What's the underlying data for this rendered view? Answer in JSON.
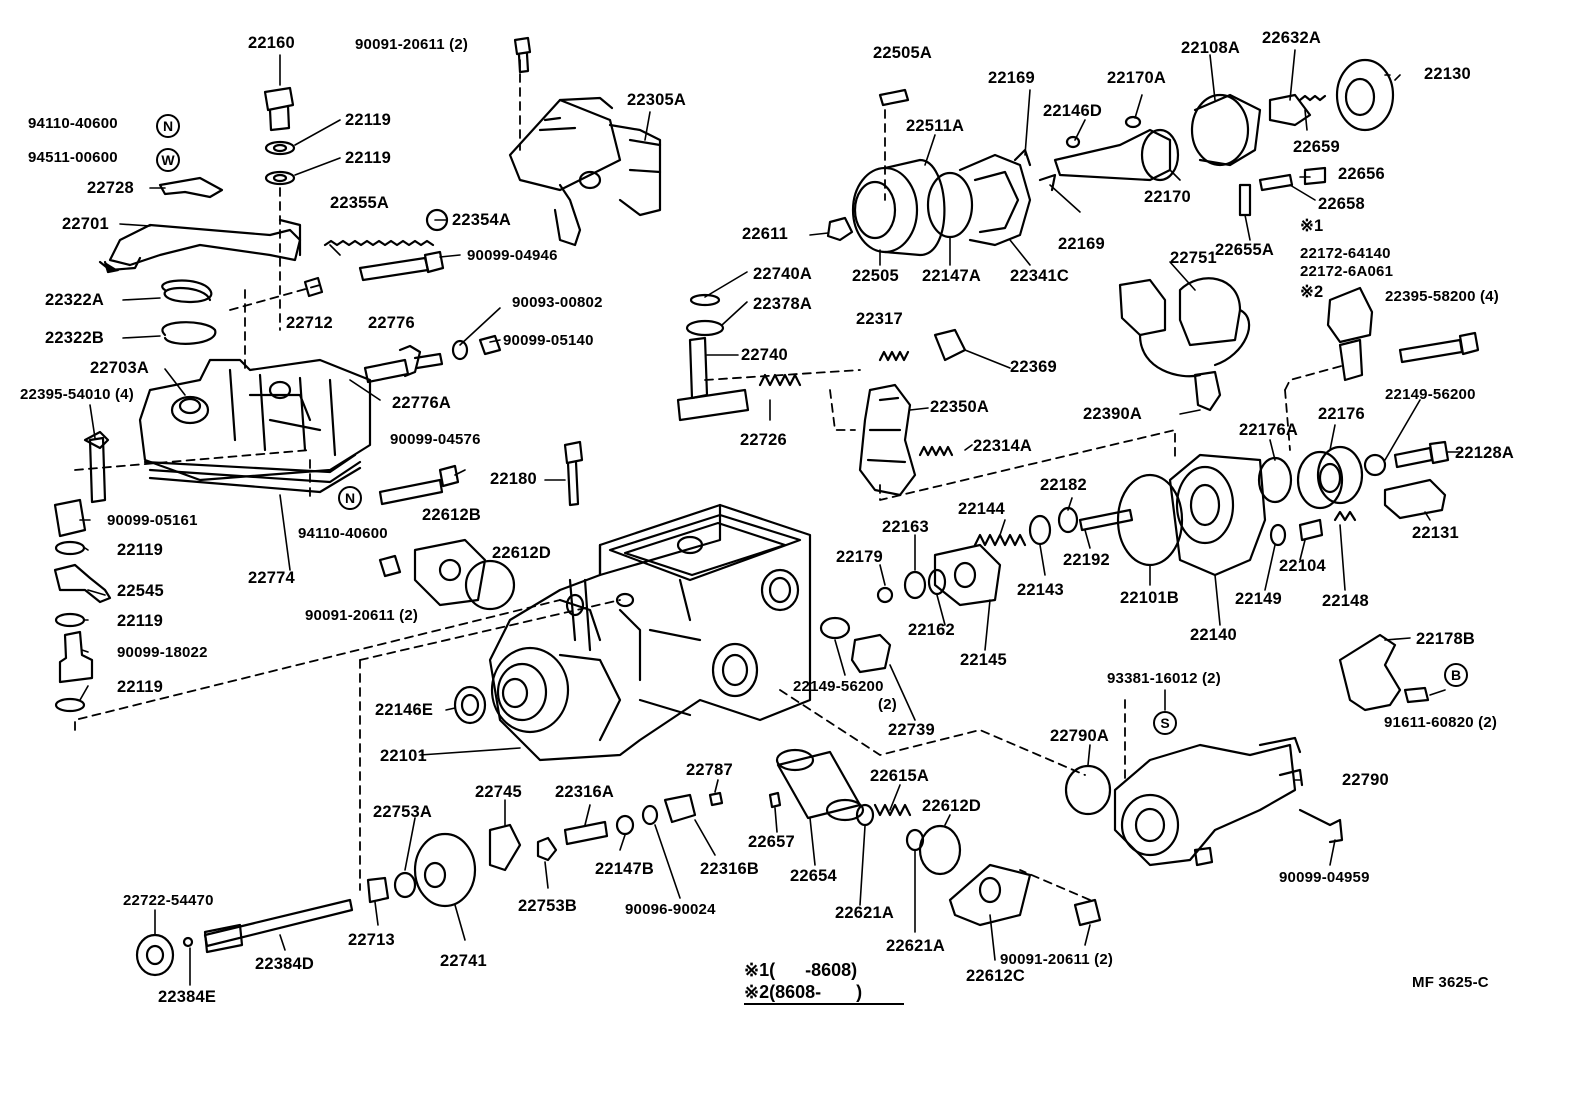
{
  "part_numbers": {
    "p22160": "22160",
    "p90091_20611_top": "90091-20611 (2)",
    "p22305A": "22305A",
    "p94110_40600_top": "94110-40600",
    "p94511_00600": "94511-00600",
    "p22119_a": "22119",
    "p22119_b": "22119",
    "p22728": "22728",
    "p22701": "22701",
    "p22355A": "22355A",
    "p22354A": "22354A",
    "p90099_04946": "90099-04946",
    "p22322A": "22322A",
    "p22322B": "22322B",
    "p22712": "22712",
    "p22776": "22776",
    "p90093_00802": "90093-00802",
    "p90099_05140": "90099-05140",
    "p22703A": "22703A",
    "p22395_54010": "22395-54010 (4)",
    "p22776A": "22776A",
    "p90099_04576": "90099-04576",
    "p94110_40600_bottom": "94110-40600",
    "p22774": "22774",
    "p90099_05161": "90099-05161",
    "p22119_c": "22119",
    "p22545": "22545",
    "p22119_d": "22119",
    "p90099_18022": "90099-18022",
    "p22119_e": "22119",
    "p22180": "22180",
    "p22612B": "22612B",
    "p22612D_top": "22612D",
    "p90091_20611_mid": "90091-20611 (2)",
    "p22146E": "22146E",
    "p22101": "22101",
    "p22505A": "22505A",
    "p22511A": "22511A",
    "p22169_top": "22169",
    "p22170A": "22170A",
    "p22146D": "22146D",
    "p22108A": "22108A",
    "p22632A": "22632A",
    "p22130": "22130",
    "p22659": "22659",
    "p22656": "22656",
    "p22658": "22658",
    "p22170": "22170",
    "p22169_bottom": "22169",
    "p22611": "22611",
    "p22505": "22505",
    "p22147A": "22147A",
    "p22341C": "22341C",
    "p22655A": "22655A",
    "p22172_64140": "22172-64140",
    "p22172_6A061": "22172-6A061",
    "p22395_58200": "22395-58200 (4)",
    "p22740A": "22740A",
    "p22378A": "22378A",
    "p22740": "22740",
    "p22726": "22726",
    "p22317": "22317",
    "p22369": "22369",
    "p22751": "22751",
    "p22350A": "22350A",
    "p22314A": "22314A",
    "p22390A": "22390A",
    "p22176A": "22176A",
    "p22176": "22176",
    "p22149_56200_right": "22149-56200",
    "p22128A": "22128A",
    "p22131": "22131",
    "p22144": "22144",
    "p22182": "22182",
    "p22163": "22163",
    "p22179": "22179",
    "p22143": "22143",
    "p22192": "22192",
    "p22101B": "22101B",
    "p22140": "22140",
    "p22149": "22149",
    "p22104": "22104",
    "p22148": "22148",
    "p22162": "22162",
    "p22145": "22145",
    "p22149_56200_mid": "22149-56200",
    "p22149_56200_mid_qty": "(2)",
    "p22739": "22739",
    "p22178B": "22178B",
    "p93381_16012": "93381-16012 (2)",
    "p91611_60820": "91611-60820 (2)",
    "p22790A": "22790A",
    "p22790": "22790",
    "p90099_04959": "90099-04959",
    "p22753A": "22753A",
    "p22745": "22745",
    "p22316A": "22316A",
    "p22787": "22787",
    "p22615A": "22615A",
    "p22612D_bottom": "22612D",
    "p22657": "22657",
    "p22147B": "22147B",
    "p22316B": "22316B",
    "p22654": "22654",
    "p22753B": "22753B",
    "p90096_90024": "90096-90024",
    "p22621A_a": "22621A",
    "p22621A_b": "22621A",
    "p22722_54470": "22722-54470",
    "p22384D": "22384D",
    "p22713": "22713",
    "p22741": "22741",
    "p22612C": "22612C",
    "p90091_20611_bottom": "90091-20611 (2)",
    "p22384E": "22384E"
  },
  "symbols": {
    "N_top": "N",
    "W": "W",
    "N_bottom": "N",
    "S": "S",
    "B": "B",
    "star1": "※1",
    "star2": "※2"
  },
  "notes": {
    "line1": "※1(      -8608)",
    "line2": "※2(8608-       )"
  },
  "figure_code": "MF  3625-C"
}
